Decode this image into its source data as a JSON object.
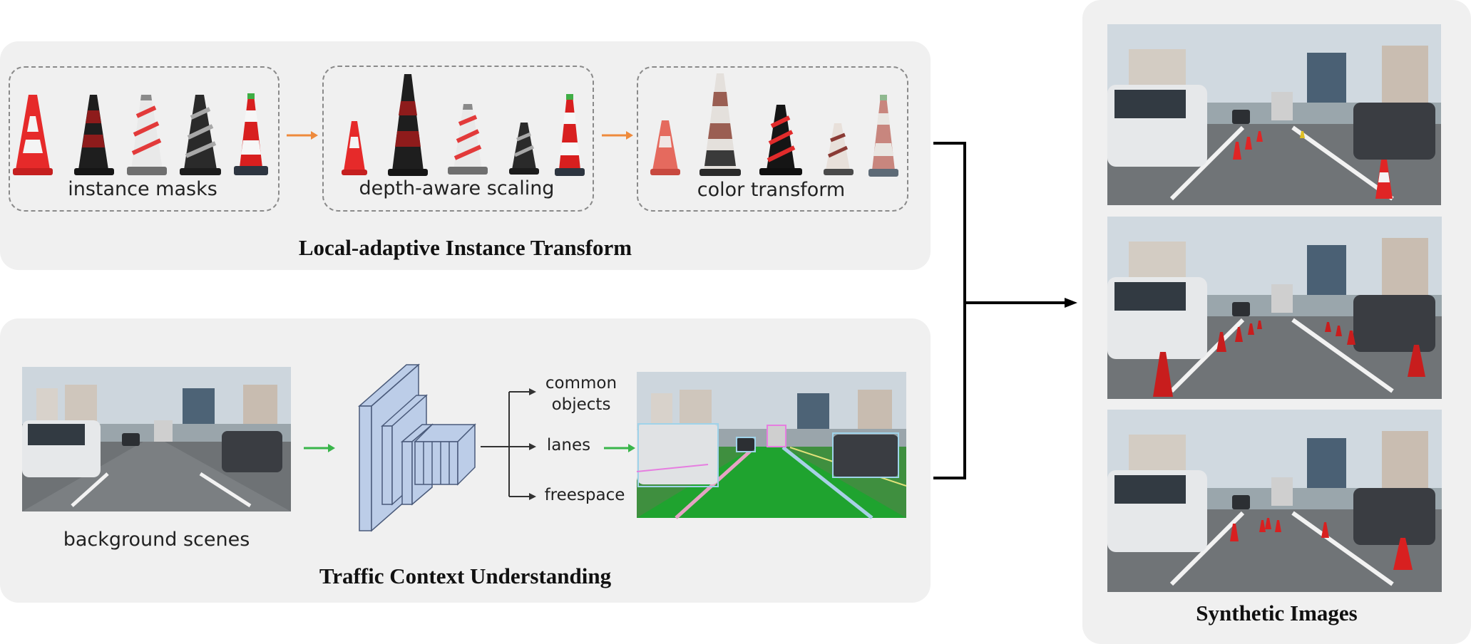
{
  "transform_panel": {
    "title": "Local-adaptive Instance Transform",
    "stages": [
      {
        "label": "instance masks"
      },
      {
        "label": "depth-aware scaling"
      },
      {
        "label": "color transform"
      }
    ]
  },
  "context_panel": {
    "title": "Traffic Context Understanding",
    "background_label": "background scenes",
    "outputs": [
      "common objects",
      "lanes",
      "freespace"
    ]
  },
  "synthetic_panel": {
    "title": "Synthetic Images"
  },
  "colors": {
    "panel_bg": "#f0f0f0",
    "orange_arrow": "#ee8a3c",
    "green_arrow": "#39b54a",
    "network_fill": "#bccde8",
    "network_stroke": "#4a5a7a"
  }
}
